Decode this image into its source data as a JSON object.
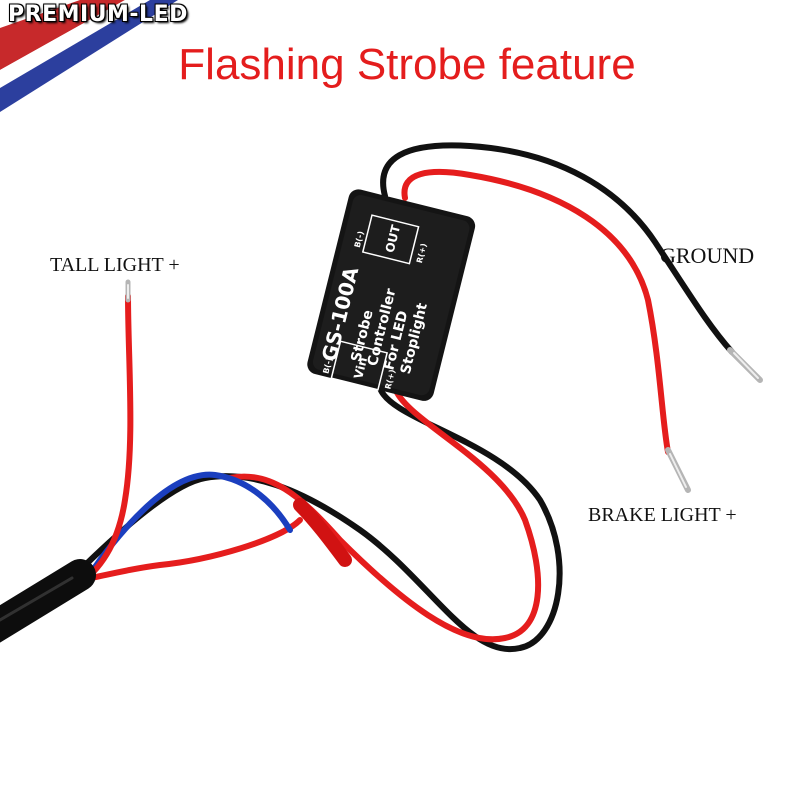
{
  "brand": {
    "name": "PREMIUM-LED"
  },
  "headline": "Flashing Strobe feature",
  "labels": {
    "tail_light": "TALL LIGHT +",
    "ground": "GROUND",
    "brake_light": "BRAKE LIGHT +"
  },
  "module": {
    "model": "GS-100A",
    "text_lines": [
      "Strobe",
      "Controller",
      "For LED",
      "Stoplight"
    ],
    "out_pins": {
      "label": "OUT",
      "neg": "B(-)",
      "pos": "R(+)"
    },
    "in_pins": {
      "label": "Vin",
      "neg": "B(-)",
      "pos": "R(+)"
    }
  },
  "colors": {
    "headline": "#e41d1d",
    "wire_red": "#e51d1d",
    "wire_black": "#111111",
    "wire_blue": "#1b3fbf",
    "module_body": "#141414"
  },
  "icons": [
    "flag-corner-icon"
  ]
}
